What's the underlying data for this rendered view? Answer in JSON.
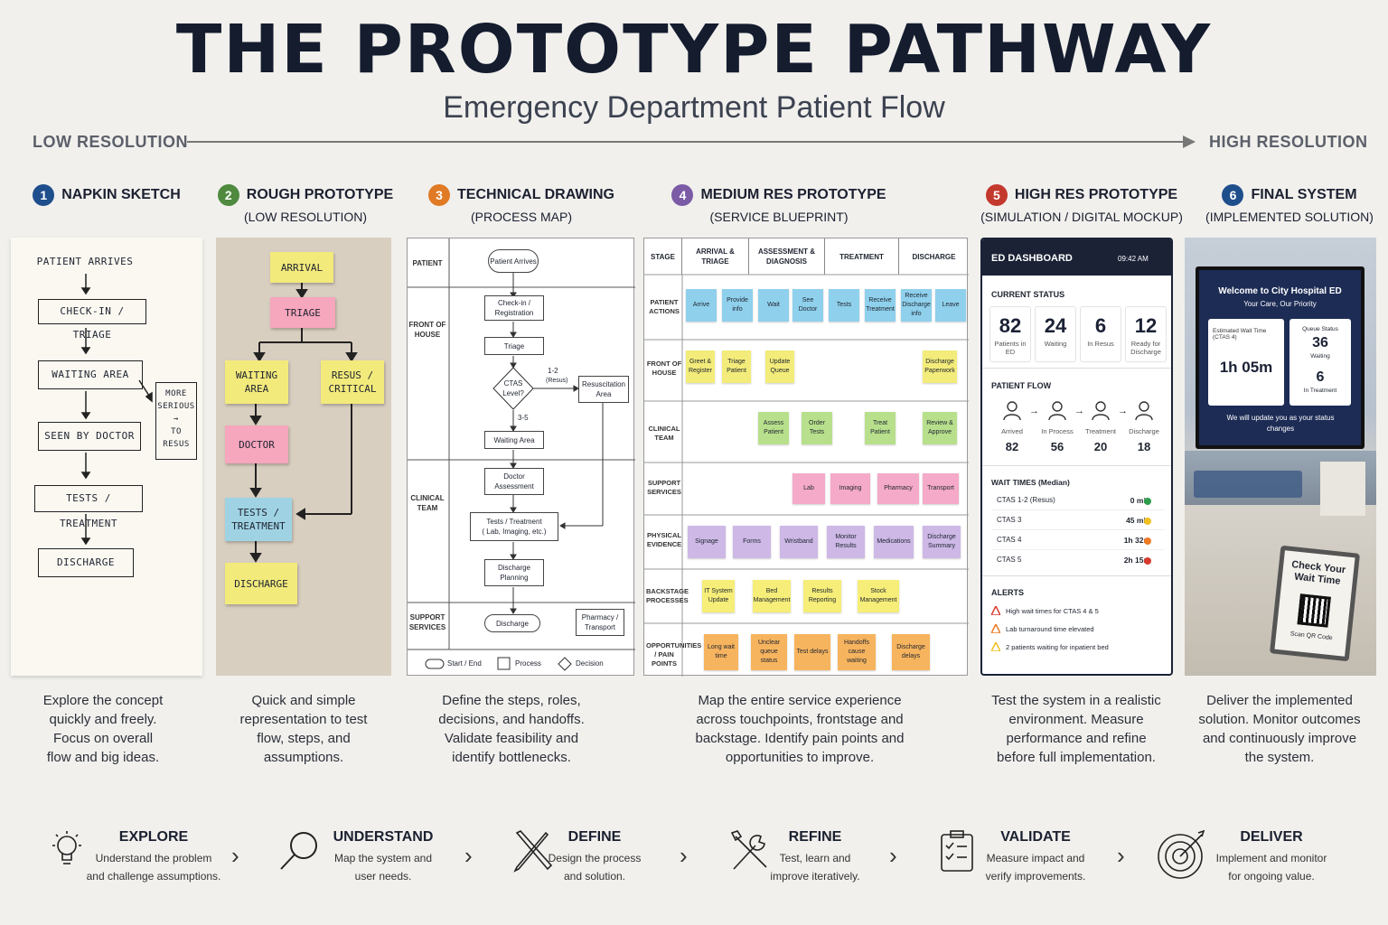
{
  "title": "THE PROTOTYPE PATHWAY",
  "subtitle": "Emergency Department Patient Flow",
  "scale": {
    "left": "LOW RESOLUTION",
    "right": "HIGH RESOLUTION"
  },
  "stages": [
    {
      "num": "1",
      "title": "NAPKIN SKETCH",
      "sub": "",
      "color": "#1f4e8c",
      "desc": [
        "Explore the concept",
        "quickly and freely.",
        "Focus on overall",
        "flow and big ideas."
      ]
    },
    {
      "num": "2",
      "title": "ROUGH PROTOTYPE",
      "sub": "(LOW RESOLUTION)",
      "color": "#4f8a3f",
      "desc": [
        "Quick and simple",
        "representation to test",
        "flow, steps, and",
        "assumptions."
      ]
    },
    {
      "num": "3",
      "title": "TECHNICAL DRAWING",
      "sub": "(PROCESS MAP)",
      "color": "#e07a24",
      "desc": [
        "Define the steps, roles,",
        "decisions, and handoffs.",
        "Validate feasibility and",
        "identify bottlenecks."
      ]
    },
    {
      "num": "4",
      "title": "MEDIUM RES PROTOTYPE",
      "sub": "(SERVICE BLUEPRINT)",
      "color": "#7b5aa6",
      "desc": [
        "Map the entire service experience",
        "across touchpoints, frontstage and",
        "backstage. Identify pain points and",
        "opportunities to improve."
      ]
    },
    {
      "num": "5",
      "title": "HIGH RES PROTOTYPE",
      "sub": "(SIMULATION / DIGITAL MOCKUP)",
      "color": "#c4392d",
      "desc": [
        "Test the system in a realistic",
        "environment. Measure",
        "performance and refine",
        "before full implementation."
      ]
    },
    {
      "num": "6",
      "title": "FINAL SYSTEM",
      "sub": "(IMPLEMENTED SOLUTION)",
      "color": "#1f4e8c",
      "desc": [
        "Deliver the implemented",
        "solution. Monitor outcomes",
        "and continuously improve",
        "the system."
      ]
    }
  ],
  "napkin": {
    "items": [
      "PATIENT ARRIVES",
      "CHECK-IN / TRIAGE",
      "WAITING AREA",
      "SEEN BY DOCTOR",
      "TESTS / TREATMENT",
      "DISCHARGE"
    ],
    "side": [
      "MORE",
      "SERIOUS",
      "→",
      "TO",
      "RESUS"
    ]
  },
  "rough": {
    "arrival": "ARRIVAL",
    "triage": "TRIAGE",
    "waiting": "WAITING AREA",
    "resus": "RESUS / CRITICAL",
    "doctor": "DOCTOR",
    "tests": "TESTS / TREATMENT",
    "discharge": "DISCHARGE"
  },
  "tech": {
    "lanes": [
      "PATIENT",
      "FRONT OF HOUSE",
      "CLINICAL TEAM",
      "SUPPORT SERVICES"
    ],
    "arrives": "Patient Arrives",
    "checkin": "Check-in / Registration",
    "triage": "Triage",
    "ctas": "CTAS Level?",
    "oneTwo": "1-2",
    "resusLbl": "(Resus)",
    "resusArea": "Resuscitation Area",
    "threeFive": "3-5",
    "waiting": "Waiting Area",
    "doctor": "Doctor Assessment",
    "tests": "Tests / Treatment",
    "testsSub": "( Lab, Imaging, etc.)",
    "planning": "Discharge Planning",
    "discharge": "Discharge",
    "pharmacy": "Pharmacy / Transport",
    "legend": [
      "Start / End",
      "Process",
      "Decision"
    ]
  },
  "blueprint": {
    "headers": [
      "STAGE",
      "ARRIVAL & TRIAGE",
      "ASSESSMENT & DIAGNOSIS",
      "TREATMENT",
      "DISCHARGE"
    ],
    "rows": [
      {
        "label": "PATIENT ACTIONS",
        "color": "#8fd0ec",
        "notes": [
          "Arrive",
          "Provide info",
          "Wait",
          "See Doctor",
          "Tests",
          "Receive Treatment",
          "Receive Discharge info",
          "Leave"
        ]
      },
      {
        "label": "FRONT OF HOUSE",
        "color": "#f3ec7a",
        "notes": [
          "Greet & Register",
          "Triage Patient",
          "Update Queue",
          "Discharge Paperwork"
        ]
      },
      {
        "label": "CLINICAL TEAM",
        "color": "#b8e08c",
        "notes": [
          "Assess Patient",
          "Order Tests",
          "Treat Patient",
          "Review & Approve"
        ]
      },
      {
        "label": "SUPPORT SERVICES",
        "color": "#f4aac8",
        "notes": [
          "Lab",
          "Imaging",
          "Pharmacy",
          "Transport"
        ]
      },
      {
        "label": "PHYSICAL EVIDENCE",
        "color": "#cdb8e6",
        "notes": [
          "Signage",
          "Forms",
          "Wristband",
          "Monitor Results",
          "Medications",
          "Discharge Summary"
        ]
      },
      {
        "label": "BACKSTAGE PROCESSES",
        "color": "#f6ee78",
        "notes": [
          "IT System Update",
          "Bed Management",
          "Results Reporting",
          "Stock Management"
        ]
      },
      {
        "label": "OPPORTUNITIES / PAIN POINTS",
        "color": "#f7b45e",
        "notes": [
          "Long wait time",
          "Unclear queue status",
          "Test delays",
          "Handoffs cause waiting",
          "Discharge delays"
        ]
      }
    ]
  },
  "dashboard": {
    "title": "ED DASHBOARD",
    "time": "09:42 AM",
    "status_title": "CURRENT STATUS",
    "stats": [
      {
        "v": "82",
        "l": "Patients in ED"
      },
      {
        "v": "24",
        "l": "Waiting"
      },
      {
        "v": "6",
        "l": "In Resus"
      },
      {
        "v": "12",
        "l": "Ready for Discharge"
      }
    ],
    "flow_title": "PATIENT FLOW",
    "flow": [
      {
        "l": "Arrived",
        "v": "82"
      },
      {
        "l": "In Process",
        "v": "56"
      },
      {
        "l": "Treatment",
        "v": "20"
      },
      {
        "l": "Discharge",
        "v": "18"
      }
    ],
    "wait_title": "WAIT TIMES (Median)",
    "waits": [
      {
        "l": "CTAS 1-2 (Resus)",
        "v": "0 min",
        "c": "#2e9e4a"
      },
      {
        "l": "CTAS 3",
        "v": "45 min",
        "c": "#f0c020"
      },
      {
        "l": "CTAS 4",
        "v": "1h 32m",
        "c": "#ee7a24"
      },
      {
        "l": "CTAS 5",
        "v": "2h 15m",
        "c": "#d93a2e"
      }
    ],
    "alerts_title": "ALERTS",
    "alerts": [
      {
        "t": "High wait times for CTAS 4 & 5",
        "c": "#d93a2e"
      },
      {
        "t": "Lab turnaround time elevated",
        "c": "#ee7a24"
      },
      {
        "t": "2 patients waiting for inpatient bed",
        "c": "#f0c020"
      }
    ]
  },
  "final": {
    "welcome": "Welcome to City Hospital ED",
    "priority": "Your Care, Our Priority",
    "estLbl": "Estimated Wait Time (CTAS 4)",
    "est": "1h 05m",
    "queueLbl": "Queue Status",
    "queue": "36",
    "queueSub": "Waiting",
    "treat": "6",
    "treatSub": "In Treatment",
    "update": "We will update you as your status changes",
    "sign1": "Check Your",
    "sign2": "Wait Time",
    "scan": "Scan QR Code"
  },
  "footer": [
    {
      "h": "EXPLORE",
      "t1": "Understand the problem",
      "t2": "and challenge assumptions.",
      "icon": "lightbulb-icon"
    },
    {
      "h": "UNDERSTAND",
      "t1": "Map the system and",
      "t2": "user needs.",
      "icon": "magnifier-icon"
    },
    {
      "h": "DEFINE",
      "t1": "Design the process",
      "t2": "and solution.",
      "icon": "pencil-ruler-icon"
    },
    {
      "h": "REFINE",
      "t1": "Test, learn and",
      "t2": "improve iteratively.",
      "icon": "wrench-icon"
    },
    {
      "h": "VALIDATE",
      "t1": "Measure impact and",
      "t2": "verify improvements.",
      "icon": "checklist-icon"
    },
    {
      "h": "DELIVER",
      "t1": "Implement and monitor",
      "t2": "for ongoing value.",
      "icon": "target-icon"
    }
  ]
}
